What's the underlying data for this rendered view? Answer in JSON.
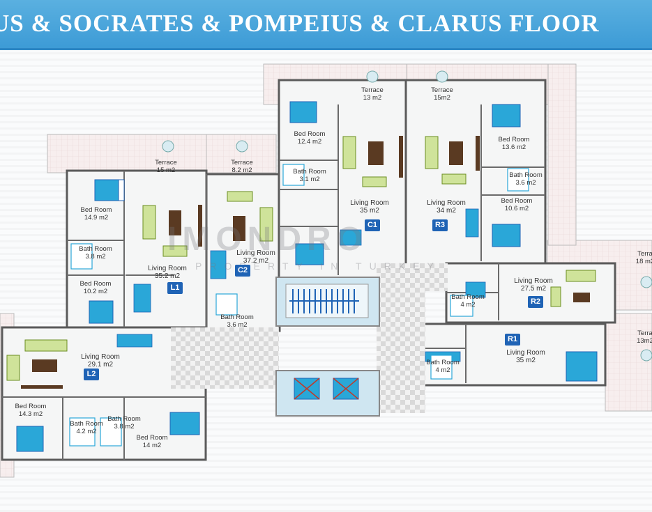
{
  "banner": {
    "title": "US & SOCRATES & POMPEIUS & CLARUS FLOOR"
  },
  "logo": {
    "name": "IMONDRO",
    "tagline": "PROPERTY IN TURKEY"
  },
  "units": {
    "L1": "L1",
    "L2": "L2",
    "C1": "C1",
    "C2": "C2",
    "R1": "R1",
    "R2": "R2",
    "R3": "R3"
  },
  "rooms": {
    "terrace_l1": {
      "name": "Terrace",
      "area": "15 m2"
    },
    "terrace_c2": {
      "name": "Terrace",
      "area": "8.2 m2"
    },
    "terrace_c1": {
      "name": "Terrace",
      "area": "13 m2"
    },
    "terrace_r3": {
      "name": "Terrace",
      "area": "15m2"
    },
    "terrace_r2": {
      "name": "Terra",
      "area": "18 m2"
    },
    "terrace_r1": {
      "name": "Terra",
      "area": "13m2"
    },
    "bed_l1_a": {
      "name": "Bed Room",
      "area": "14.9 m2"
    },
    "bath_l1": {
      "name": "Bath Room",
      "area": "3.8 m2"
    },
    "bed_l1_b": {
      "name": "Bed Room",
      "area": "10.2 m2"
    },
    "living_l1": {
      "name": "Living Room",
      "area": "35.2 m2"
    },
    "living_c2": {
      "name": "Living Room",
      "area": "37.2 m2"
    },
    "bath_c2": {
      "name": "Bath Room",
      "area": "3.6 m2"
    },
    "bed_c1": {
      "name": "Bed Room",
      "area": "12.4 m2"
    },
    "bath_c1": {
      "name": "Bath Room",
      "area": "3.1 m2"
    },
    "living_c1": {
      "name": "Living Room",
      "area": "35  m2"
    },
    "living_r3": {
      "name": "Living Room",
      "area": "34  m2"
    },
    "bed_r3_a": {
      "name": "Bed Room",
      "area": "13.6 m2"
    },
    "bath_r3": {
      "name": "Bath Room",
      "area": "3.6 m2"
    },
    "bed_r3_b": {
      "name": "Bed Room",
      "area": "10.6 m2"
    },
    "living_r2": {
      "name": "Living Room",
      "area": "27.5 m2"
    },
    "bath_r2": {
      "name": "Bath Room",
      "area": "4 m2"
    },
    "living_r1": {
      "name": "Living Room",
      "area": "35  m2"
    },
    "bath_r1": {
      "name": "Bath Room",
      "area": "4 m2"
    },
    "living_l2": {
      "name": "Living Room",
      "area": "29.1 m2"
    },
    "bed_l2_a": {
      "name": "Bed Room",
      "area": "14.3 m2"
    },
    "bath_l2_a": {
      "name": "Bath Room",
      "area": "4.2 m2"
    },
    "bath_l2_b": {
      "name": "Bath Room",
      "area": "3.8 m2"
    },
    "bed_l2_b": {
      "name": "Bed Room",
      "area": "14 m2"
    }
  },
  "colors": {
    "accent": "#3d9bd6",
    "unit_tag": "#1f63b5",
    "fixture": "#2aa7d8",
    "wall": "#555555",
    "terrace": "#f3e6e6"
  }
}
